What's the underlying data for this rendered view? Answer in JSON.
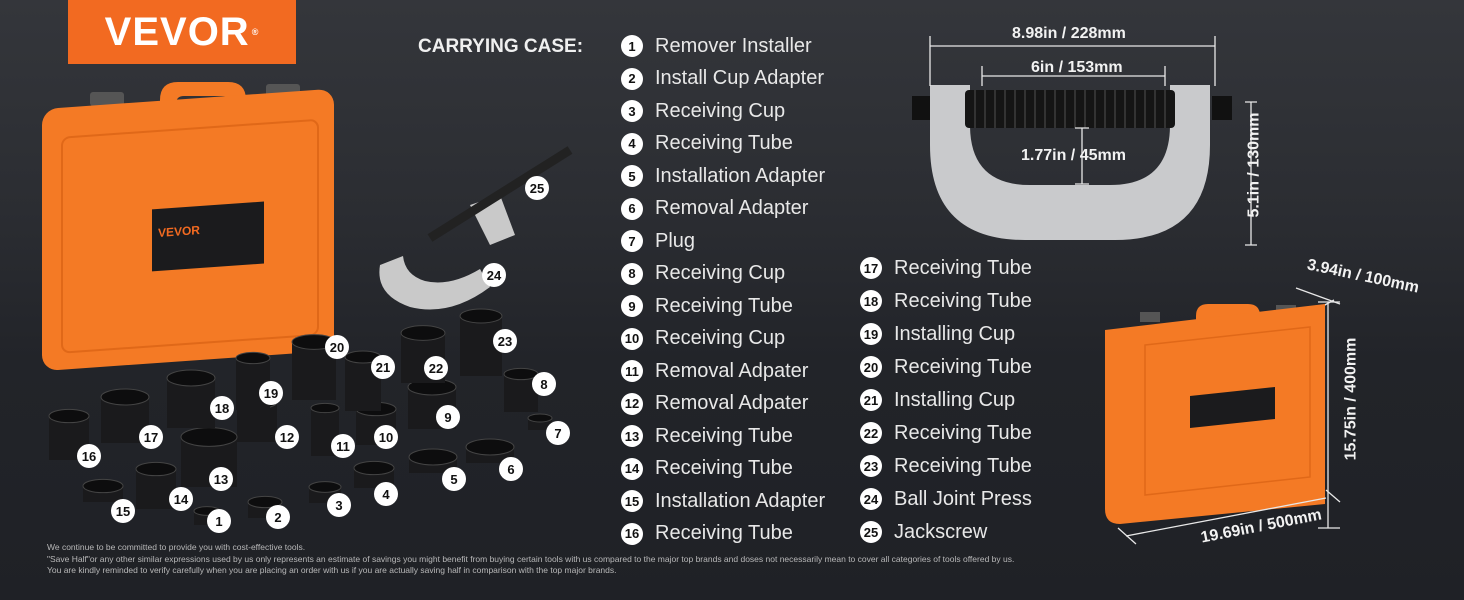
{
  "brand": {
    "logo": "VEVOR",
    "reg": "®",
    "case_label_brand": "VEVOR"
  },
  "list_title": "CARRYING CASE:",
  "items": [
    {
      "n": "1",
      "label": "Remover Installer"
    },
    {
      "n": "2",
      "label": "Install Cup Adapter"
    },
    {
      "n": "3",
      "label": "Receiving Cup"
    },
    {
      "n": "4",
      "label": "Receiving Tube"
    },
    {
      "n": "5",
      "label": "Installation Adapter"
    },
    {
      "n": "6",
      "label": "Removal Adapter"
    },
    {
      "n": "7",
      "label": "Plug"
    },
    {
      "n": "8",
      "label": "Receiving Cup"
    },
    {
      "n": "9",
      "label": "Receiving Tube"
    },
    {
      "n": "10",
      "label": "Receiving Cup"
    },
    {
      "n": "11",
      "label": "Removal  Adpater"
    },
    {
      "n": "12",
      "label": "Removal  Adpater"
    },
    {
      "n": "13",
      "label": "Receiving Tube"
    },
    {
      "n": "14",
      "label": "Receiving Tube"
    },
    {
      "n": "15",
      "label": "Installation Adapter"
    },
    {
      "n": "16",
      "label": "Receiving Tube"
    },
    {
      "n": "17",
      "label": "Receiving Tube"
    },
    {
      "n": "18",
      "label": "Receiving Tube"
    },
    {
      "n": "19",
      "label": "Installing Cup"
    },
    {
      "n": "20",
      "label": "Receiving Tube"
    },
    {
      "n": "21",
      "label": "Installing Cup"
    },
    {
      "n": "22",
      "label": "Receiving Tube"
    },
    {
      "n": "23",
      "label": "Receiving Tube"
    },
    {
      "n": "24",
      "label": "Ball Joint Press"
    },
    {
      "n": "25",
      "label": "Jackscrew"
    }
  ],
  "dimensions": {
    "press_width": "8.98in / 228mm",
    "press_inner": "6in / 153mm",
    "press_gap": "1.77in / 45mm",
    "press_height": "5.1in / 130mm",
    "case_depth": "3.94in / 100mm",
    "case_height": "15.75in / 400mm",
    "case_width": "19.69in / 500mm"
  },
  "footer": [
    "We continue to be committed to provide you with cost-effective tools.",
    "\"Save Half\"or any other similar expressions used by us only represents an estimate of savings you might benefit from buying certain tools with us compared to the major top brands and doses not necessarily mean to cover all categories of tools offered by us.",
    "You are kindly reminded to verify carefully when you are placing an order with us if you are actually saving half in comparison with the top major brands."
  ],
  "colors": {
    "brand_orange": "#f26a21",
    "case_orange": "#f47a25"
  }
}
